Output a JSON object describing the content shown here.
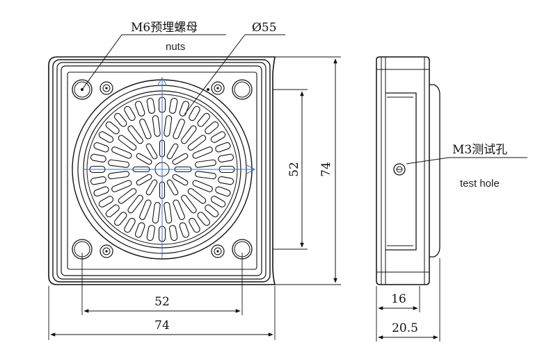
{
  "annotations": {
    "nuts_cn": "M6预埋螺母",
    "nuts_en": "nuts",
    "diameter": "Ø55",
    "test_hole_cn": "M3测试孔",
    "test_hole_en": "test hole"
  },
  "dimensions": {
    "hole_spacing_horizontal": "52",
    "overall_width": "74",
    "hole_spacing_vertical": "52",
    "overall_height": "74",
    "body_depth": "16",
    "total_depth": "20.5"
  },
  "colors": {
    "line": "#111111",
    "centerline": "#3a6fd8",
    "background": "#ffffff"
  }
}
